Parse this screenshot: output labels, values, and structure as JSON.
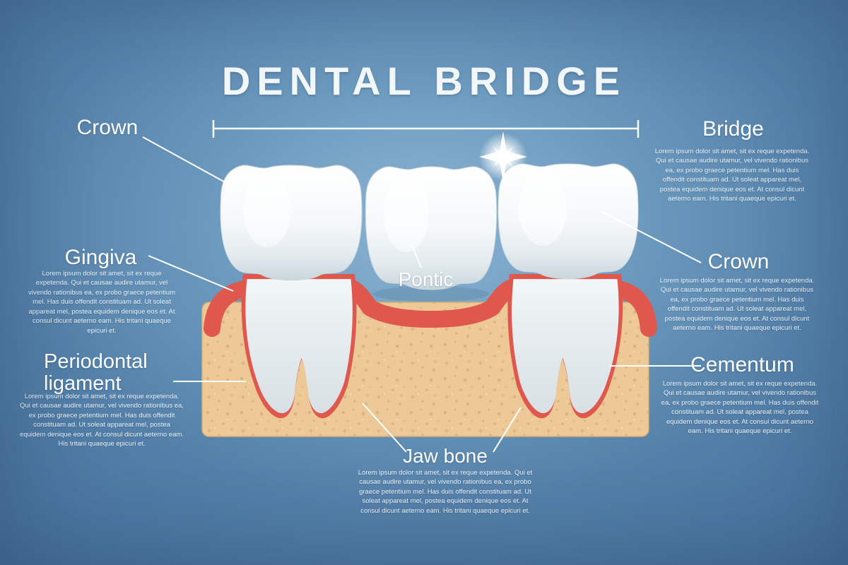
{
  "title": "DENTAL BRIDGE",
  "body_text": "Lorem ipsum dolor sit amet, sit ex reque expetenda. Qui et causae audire utamur, vel vivendo rationibus ea, ex probo graece petentium mel. Has duis offendit constituam ad. Ut soleat appareat mel, postea equidem denique eos et. At consul dicunt aeterno eam. His tritani quaeque epicuri et.",
  "labels": {
    "crown_left": "Crown",
    "bridge": "Bridge",
    "gingiva": "Gingiva",
    "pontic": "Pontic",
    "crown_right": "Crown",
    "periodontal_ligament": "Periodontal ligament",
    "cementum": "Cementum",
    "jaw_bone": "Jaw bone"
  },
  "colors": {
    "background": "#537fa8",
    "background_glow": "#8db4d3",
    "text": "#ffffff",
    "paragraph_text": "#e9f1f7",
    "bone": "#ecc997",
    "bone_speckle": "#d2a165",
    "gum": "#df574d",
    "tooth": "#ffffff",
    "tooth_shade": "#c9d6dc",
    "leader_line": "#ffffff"
  }
}
